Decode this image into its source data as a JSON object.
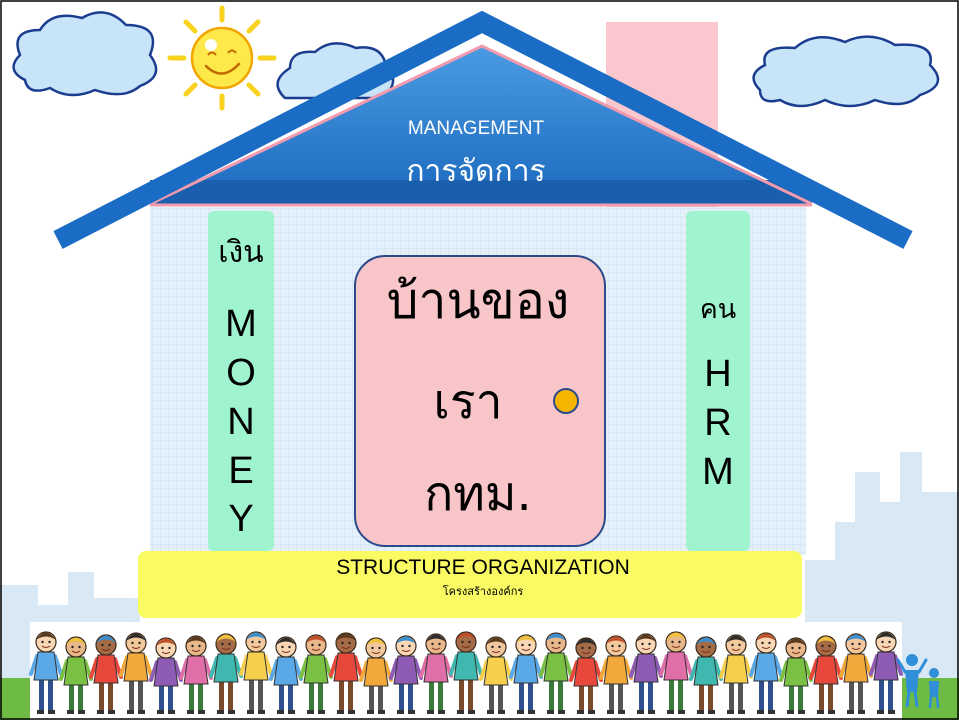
{
  "slide": {
    "roof": {
      "label_en": "MANAGEMENT",
      "label_th": "การจัดการ"
    },
    "left_pillar": {
      "label_th": "เงิน",
      "letters": [
        "M",
        "O",
        "N",
        "E",
        "Y"
      ]
    },
    "right_pillar": {
      "label_th": "คน",
      "letters": [
        "H",
        "R",
        "M"
      ]
    },
    "door": {
      "lines": [
        "บ้านของ",
        "เรา",
        "กทม."
      ]
    },
    "foundation": {
      "label_en": "STRUCTURE ORGANIZATION",
      "label_th": "โครงสร้างองค์กร"
    }
  },
  "colors": {
    "roof_blue": "#1a6cc4",
    "roof_band": "#1a5fae",
    "roof_trim": "#f29aae",
    "wall": "#e3eff9",
    "pillar": "#9ff3cf",
    "door": "#f8c6c9",
    "door_knob": "#f5b400",
    "foundation": "#fafa62",
    "chimney": "#f9c7cd",
    "cloud": "#c8e4f8",
    "sun": "#ffe84a",
    "ground": "#6dbb45",
    "skyline": "#d3e5f4"
  }
}
